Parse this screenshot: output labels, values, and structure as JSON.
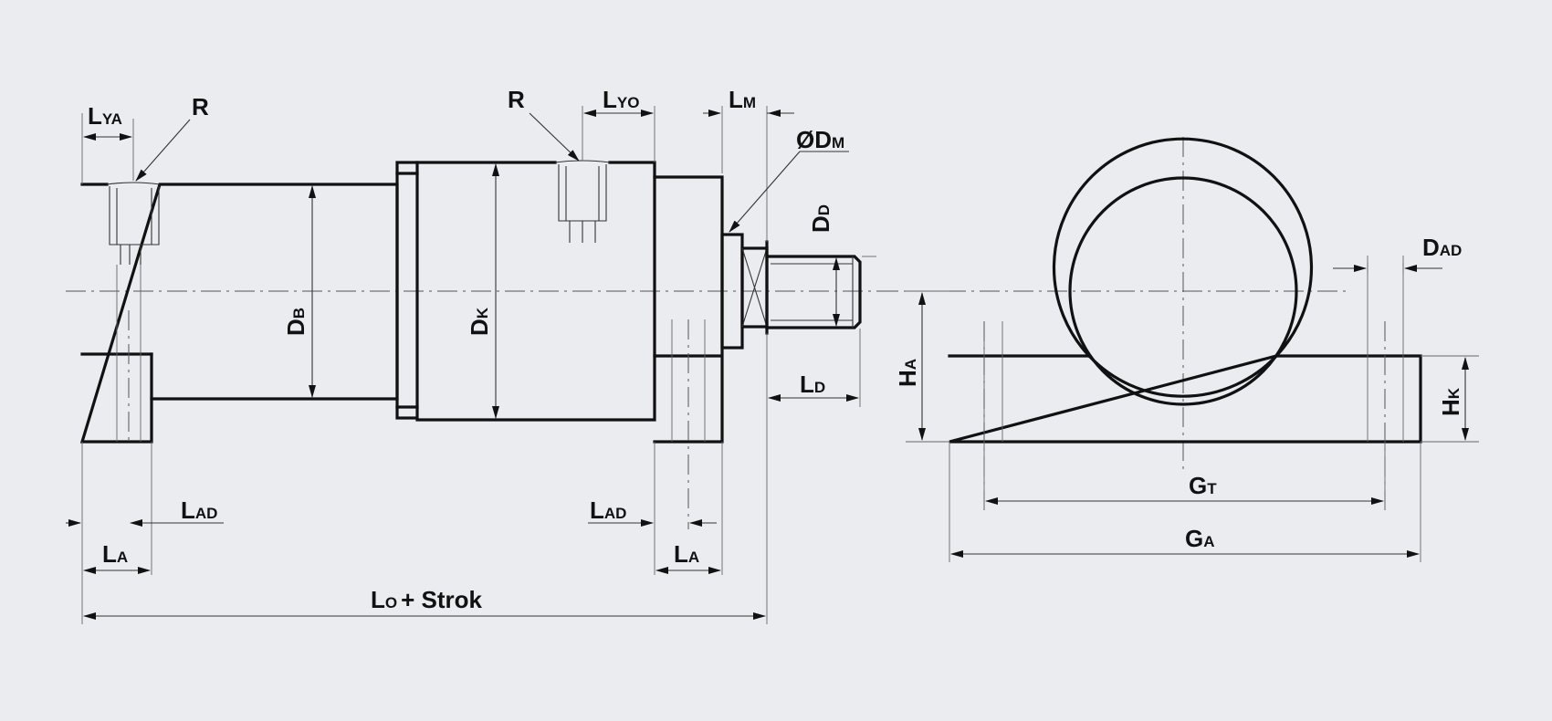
{
  "labels": {
    "lya": {
      "main": "L",
      "sub": "YA"
    },
    "r_left": {
      "main": "R"
    },
    "r_right": {
      "main": "R"
    },
    "lyo": {
      "main": "L",
      "sub": "YO"
    },
    "lm": {
      "main": "L",
      "sub": "M"
    },
    "odm": {
      "main": "ØD",
      "sub": "M"
    },
    "dd": {
      "main": "D",
      "sub": "D"
    },
    "db": {
      "main": "D",
      "sub": "B"
    },
    "dk": {
      "main": "D",
      "sub": "K"
    },
    "ld": {
      "main": "L",
      "sub": "D"
    },
    "lad_left": {
      "main": "L",
      "sub": "AD"
    },
    "lad_right": {
      "main": "L",
      "sub": "AD"
    },
    "la_left": {
      "main": "L",
      "sub": "A"
    },
    "la_right": {
      "main": "L",
      "sub": "A"
    },
    "lo_strok": {
      "main": "L",
      "sub": "O",
      "suffix": "+ Strok"
    },
    "dad": {
      "main": "D",
      "sub": "AD"
    },
    "ha": {
      "main": "H",
      "sub": "A"
    },
    "hk": {
      "main": "H",
      "sub": "K"
    },
    "gt": {
      "main": "G",
      "sub": "T"
    },
    "ga": {
      "main": "G",
      "sub": "A"
    }
  }
}
